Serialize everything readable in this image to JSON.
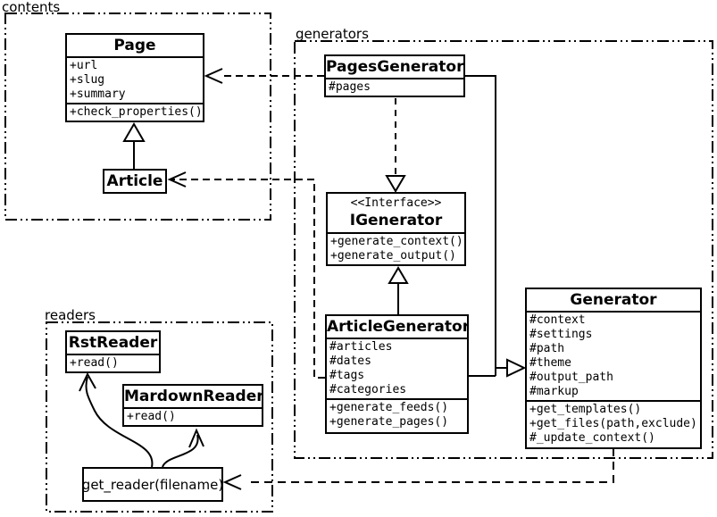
{
  "packages": {
    "contents": {
      "label": "contents"
    },
    "generators": {
      "label": "generators"
    },
    "readers": {
      "label": "readers"
    }
  },
  "classes": {
    "page": {
      "name": "Page",
      "attributes": [
        "+url",
        "+slug",
        "+summary"
      ],
      "methods": [
        "+check_properties()"
      ]
    },
    "article": {
      "name": "Article"
    },
    "pages_generator": {
      "name": "PagesGenerator",
      "attributes": [
        "#pages"
      ]
    },
    "igenerator": {
      "stereotype": "<<Interface>>",
      "name": "IGenerator",
      "methods": [
        "+generate_context()",
        "+generate_output()"
      ]
    },
    "article_generator": {
      "name": "ArticleGenerator",
      "attributes": [
        "#articles",
        "#dates",
        "#tags",
        "#categories"
      ],
      "methods": [
        "+generate_feeds()",
        "+generate_pages()"
      ]
    },
    "generator": {
      "name": "Generator",
      "attributes": [
        "#context",
        "#settings",
        "#path",
        "#theme",
        "#output_path",
        "#markup"
      ],
      "methods": [
        "+get_templates()",
        "+get_files(path,exclude)",
        "#_update_context()"
      ]
    },
    "rst_reader": {
      "name": "RstReader",
      "methods": [
        "+read()"
      ]
    },
    "mardown_reader": {
      "name": "MardownReader",
      "methods": [
        "+read()"
      ]
    },
    "get_reader": {
      "label": "get_reader(filename)"
    }
  },
  "relationships": [
    {
      "type": "inheritance",
      "from": "Article",
      "to": "Page"
    },
    {
      "type": "dependency",
      "from": "PagesGenerator",
      "to": "Page"
    },
    {
      "type": "dependency",
      "from": "ArticleGenerator",
      "to": "Article"
    },
    {
      "type": "realization",
      "from": "PagesGenerator",
      "to": "IGenerator"
    },
    {
      "type": "inheritance",
      "from": "ArticleGenerator",
      "to": "IGenerator"
    },
    {
      "type": "inheritance",
      "from": "PagesGenerator",
      "to": "Generator"
    },
    {
      "type": "inheritance",
      "from": "ArticleGenerator",
      "to": "Generator"
    },
    {
      "type": "dependency",
      "from": "Generator",
      "to": "get_reader(filename)"
    },
    {
      "type": "arrow",
      "from": "get_reader(filename)",
      "to": "RstReader"
    },
    {
      "type": "arrow",
      "from": "get_reader(filename)",
      "to": "MardownReader"
    }
  ],
  "colors": {
    "line": "#000000",
    "background": "#ffffff",
    "text": "#000000"
  }
}
